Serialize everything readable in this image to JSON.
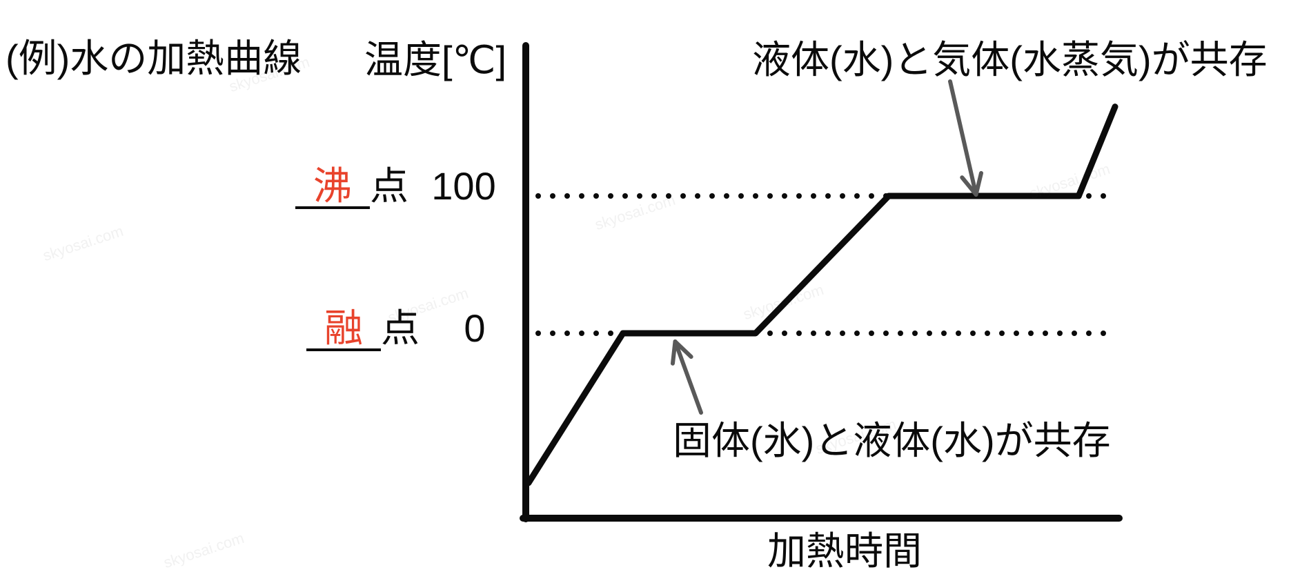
{
  "title": "(例)水の加熱曲線",
  "axes": {
    "y_label": "温度[℃]",
    "x_label": "加熱時間"
  },
  "y_ticks": {
    "boiling": {
      "blank_kanji": "沸",
      "suffix": "点",
      "value": "100"
    },
    "melting": {
      "blank_kanji": "融",
      "suffix": "点",
      "value": "0"
    }
  },
  "annotations": {
    "gas": {
      "text": "液体(水)と気体(水蒸気)が共存"
    },
    "solid": {
      "text": "固体(氷)と液体(水)が共存"
    }
  },
  "watermark": "skyosai.com",
  "colors": {
    "line_black": "#0b0b0b",
    "accent_red": "#e8432c",
    "arrow_gray": "#595959",
    "background": "#ffffff"
  },
  "chart_data": {
    "type": "line",
    "title": "(例)水の加熱曲線",
    "xlabel": "加熱時間",
    "ylabel": "温度[℃]",
    "ylim": [
      -130,
      180
    ],
    "grid": false,
    "legend": "none",
    "y_reference_lines": [
      {
        "temp": 100,
        "tick_label": "沸点 100",
        "style": "dotted"
      },
      {
        "temp": 0,
        "tick_label": "融点 0",
        "style": "dotted"
      }
    ],
    "series": [
      {
        "name": "水の加熱曲線",
        "points": [
          {
            "time": 0.0,
            "temp": -109
          },
          {
            "time": 0.161,
            "temp": 0
          },
          {
            "time": 0.387,
            "temp": 0
          },
          {
            "time": 0.614,
            "temp": 100
          },
          {
            "time": 0.938,
            "temp": 100
          },
          {
            "time": 1.0,
            "temp": 165
          }
        ]
      }
    ],
    "annotations": [
      {
        "text": "液体(水)と気体(水蒸気)が共存",
        "points_to": {
          "time": 0.763,
          "temp": 100
        }
      },
      {
        "text": "固体(氷)と液体(水)が共存",
        "points_to": {
          "time": 0.25,
          "temp": 0
        }
      }
    ]
  }
}
